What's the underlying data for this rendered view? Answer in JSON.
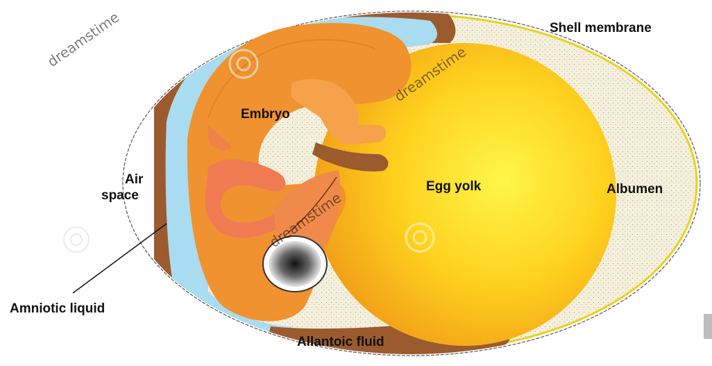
{
  "labels": {
    "shell_membrane": "Shell membrane",
    "embryo": "Embryo",
    "air": "Air",
    "space": "space",
    "egg_yolk": "Egg yolk",
    "albumen": "Albumen",
    "amniotic_liquid": "Amniotic liquid",
    "allantoic_fluid": "Allantoic fluid"
  },
  "watermark": {
    "text": "dreamstime"
  },
  "colors": {
    "shell_outline": "#e8d21a",
    "albumen": "#f5f0dc",
    "brown_membrane": "#9b5b2e",
    "amniotic_fluid": "#a9dcf0",
    "embryo": "#f0922f",
    "embryo_light": "#f5a24a",
    "embryo_pink": "#f07b52",
    "yolk_center": "#fff64a",
    "yolk_mid": "#ffd21e",
    "yolk_edge": "#f2a218"
  }
}
